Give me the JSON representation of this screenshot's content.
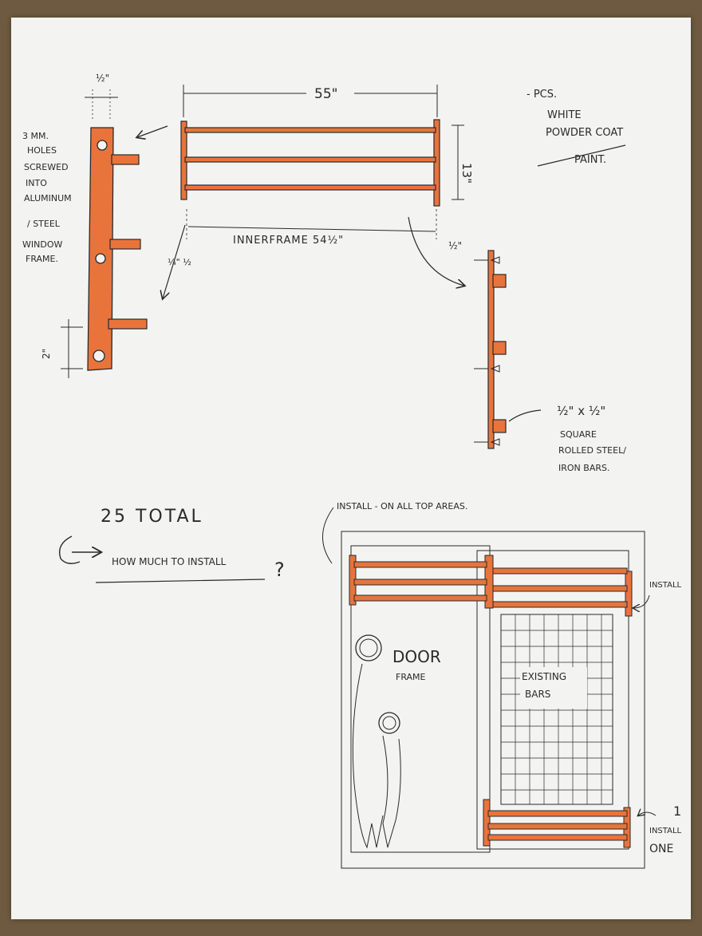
{
  "colors": {
    "paper": "#f3f3f1",
    "ink": "#2a2a2a",
    "steel_orange": "#e8743c",
    "desk": "#6e5a40"
  },
  "dimensions": {
    "top_width": "55\"",
    "height": "13\"",
    "inner_frame": "INNERFRAME 54½\"",
    "side_half": "½\"",
    "right_half": "½\"",
    "bottom_half": "¼\" ½",
    "spacing": "2\""
  },
  "notes": {
    "mount_note": [
      "3 MM.",
      "HOLES",
      "SCREWED",
      "INTO",
      "ALUMINUM",
      "/ STEEL",
      "WINDOW",
      "FRAME."
    ],
    "paint_note": [
      "- PCS.",
      "WHITE",
      "POWDER COAT",
      "PAINT."
    ],
    "bar_note": [
      "½\" x ½\"",
      "SQUARE",
      "ROLLED STEEL/",
      "IRON BARS."
    ],
    "total": "25 TOTAL",
    "install_question": "HOW MUCH TO INSTALL",
    "install_top": "INSTALL - ON ALL TOP AREAS.",
    "install_right": "INSTALL",
    "install_one": [
      "1",
      "INSTALL",
      "ONE"
    ],
    "door": "DOOR",
    "frame": "FRAME",
    "existing": "EXISTING",
    "bars": "BARS"
  }
}
